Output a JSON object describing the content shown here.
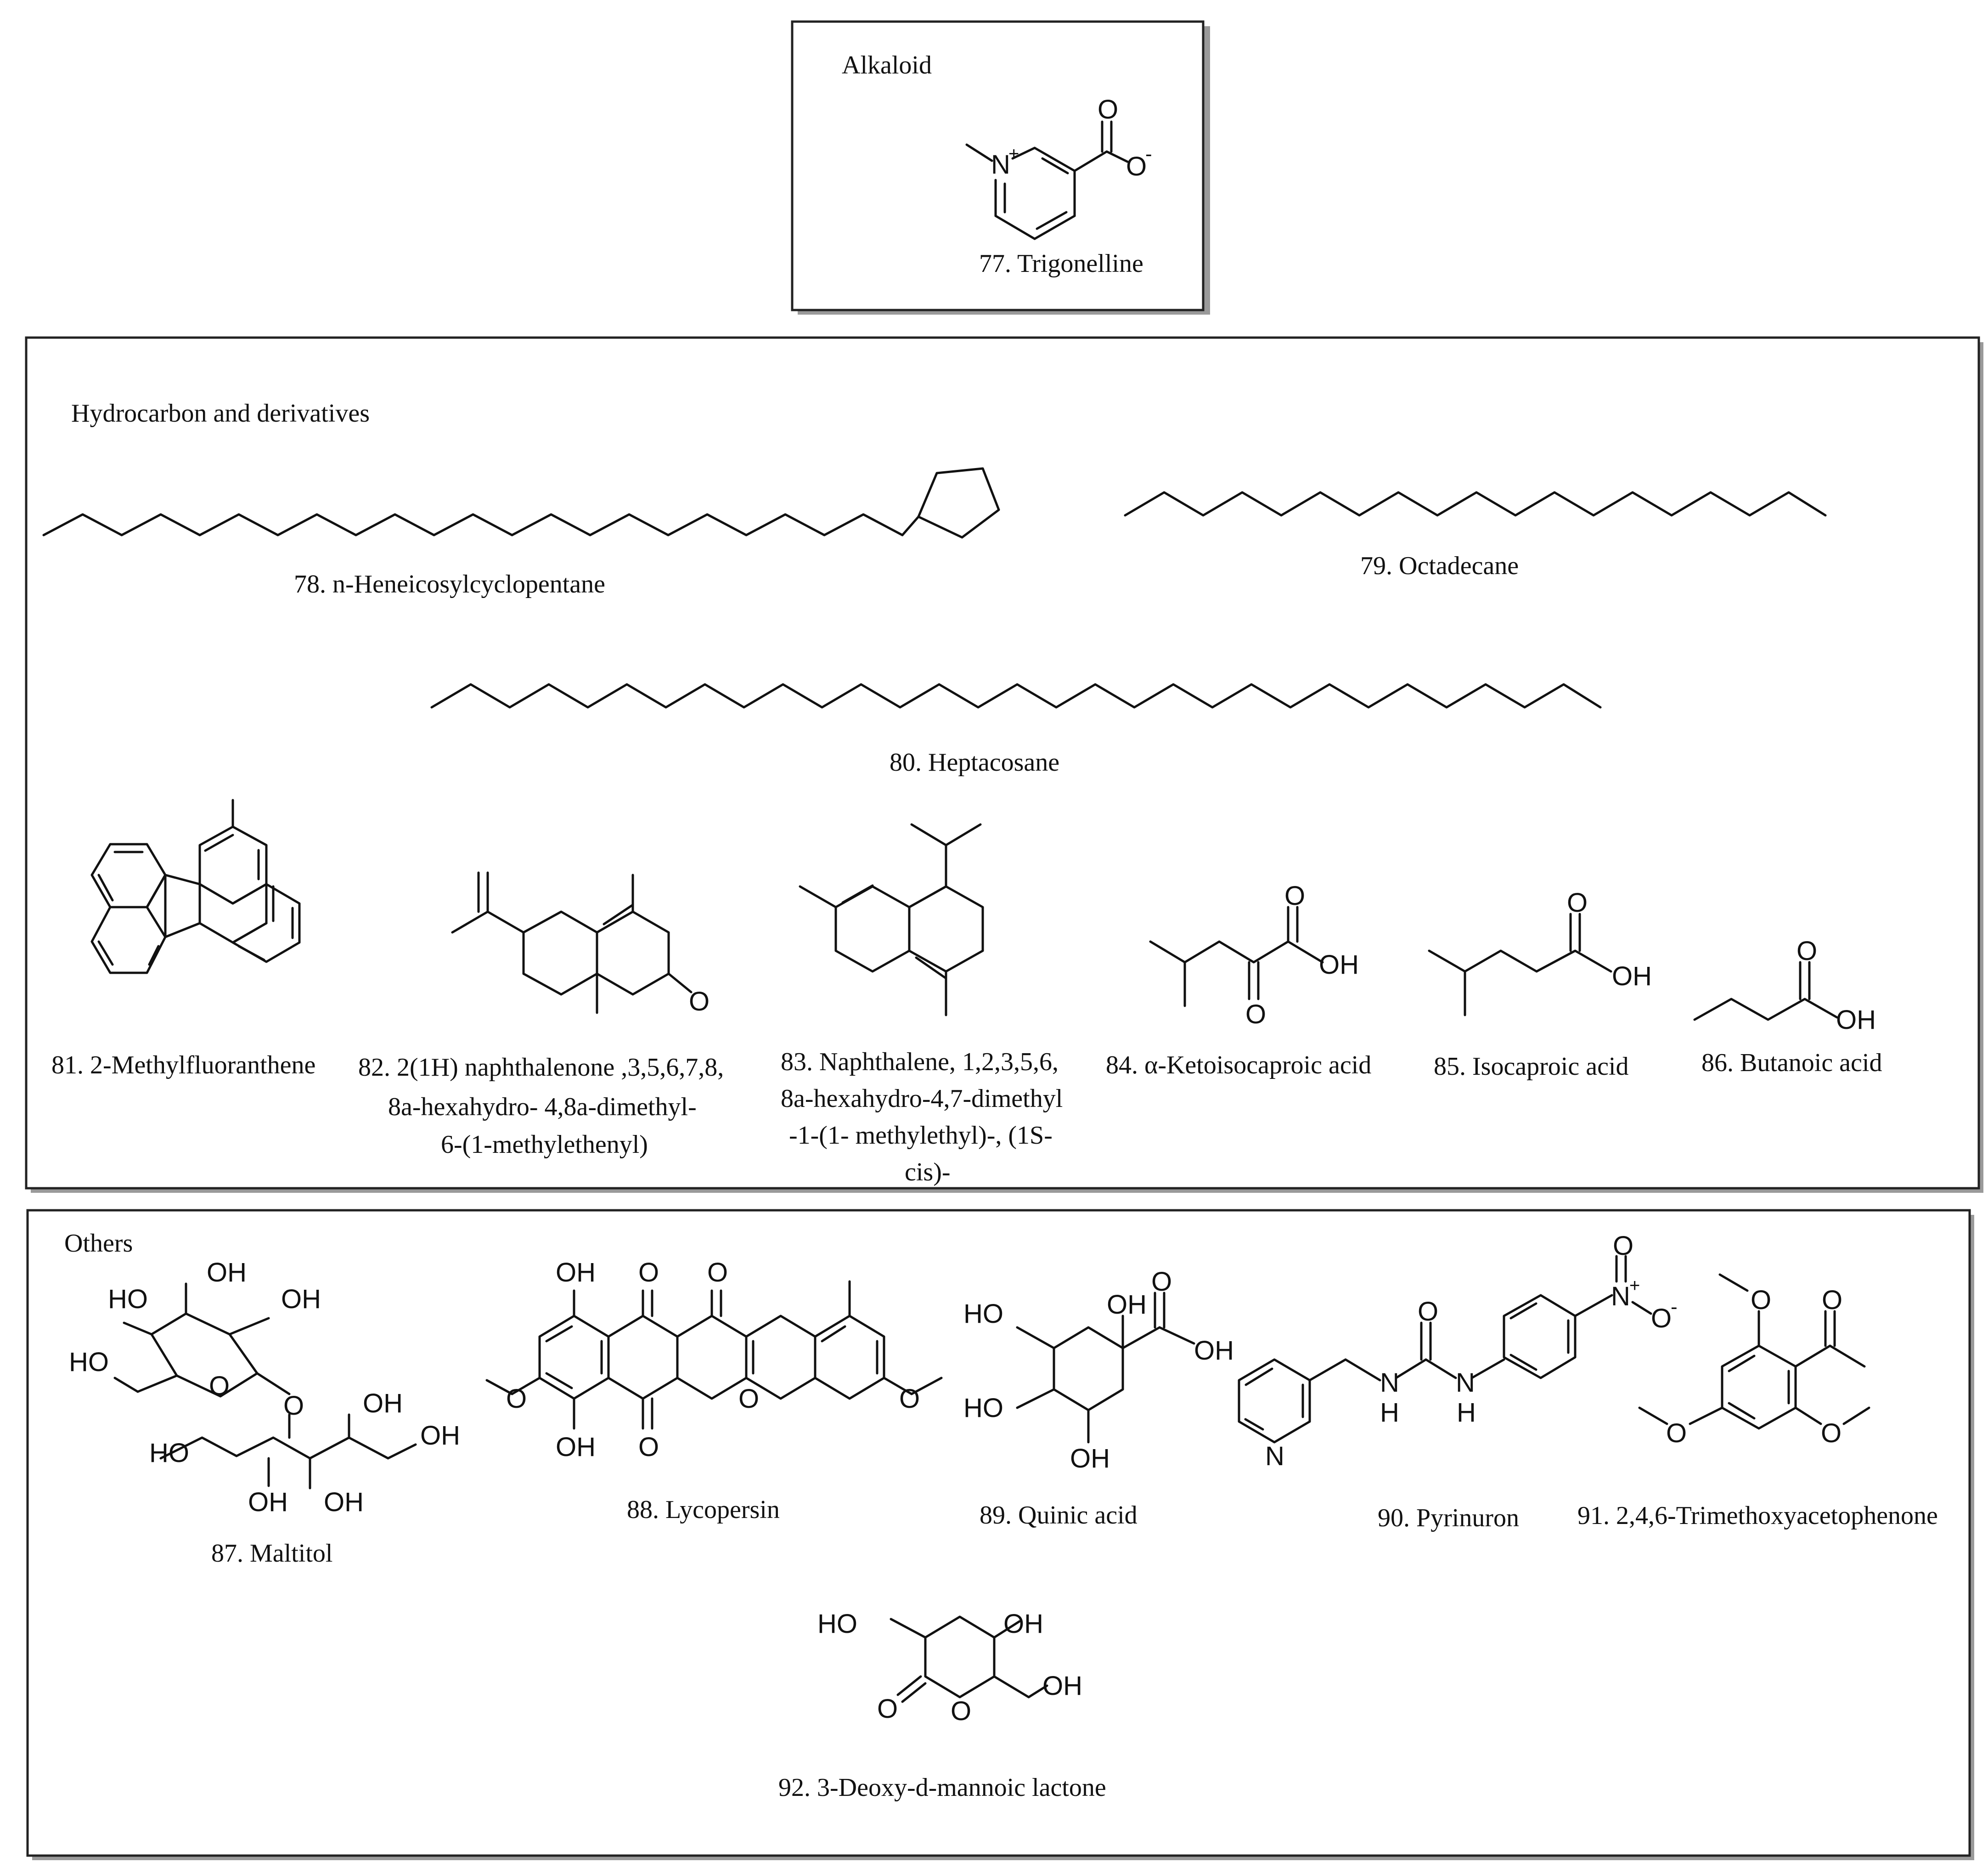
{
  "sections": {
    "alkaloid": {
      "title": "Alkaloid"
    },
    "hydrocarbon": {
      "title": "Hydrocarbon and derivatives"
    },
    "others": {
      "title": "Others"
    }
  },
  "compounds": {
    "c77": "77. Trigonelline",
    "c78": "78. n-Heneicosylcyclopentane",
    "c79": "79. Octadecane",
    "c80": "80. Heptacosane",
    "c81": "81. 2-Methylfluoranthene",
    "c82": [
      "82. 2(1H) naphthalenone ,3,5,6,7,8,",
      "8a-hexahydro- 4,8a-dimethyl-",
      "6-(1-methylethenyl)"
    ],
    "c83": [
      "83. Naphthalene, 1,2,3,5,6,",
      "8a-hexahydro-4,7-dimethyl",
      "-1-(1- methylethyl)-, (1S-",
      "cis)-"
    ],
    "c84": "84. α-Ketoisocaproic acid",
    "c85": "85. Isocaproic acid",
    "c86": "86. Butanoic acid",
    "c87": "87. Maltitol",
    "c88": "88. Lycopersin",
    "c89": "89. Quinic acid",
    "c90": "90. Pyrinuron",
    "c91": "91. 2,4,6-Trimethoxyacetophenone",
    "c92": "92. 3-Deoxy-d-mannoic lactone"
  },
  "atoms": {
    "N_plus": "N",
    "plus": "+",
    "O": "O",
    "O_minus": "O",
    "minus": "-",
    "OH": "OH",
    "HO": "HO",
    "N": "N",
    "H": "H"
  }
}
